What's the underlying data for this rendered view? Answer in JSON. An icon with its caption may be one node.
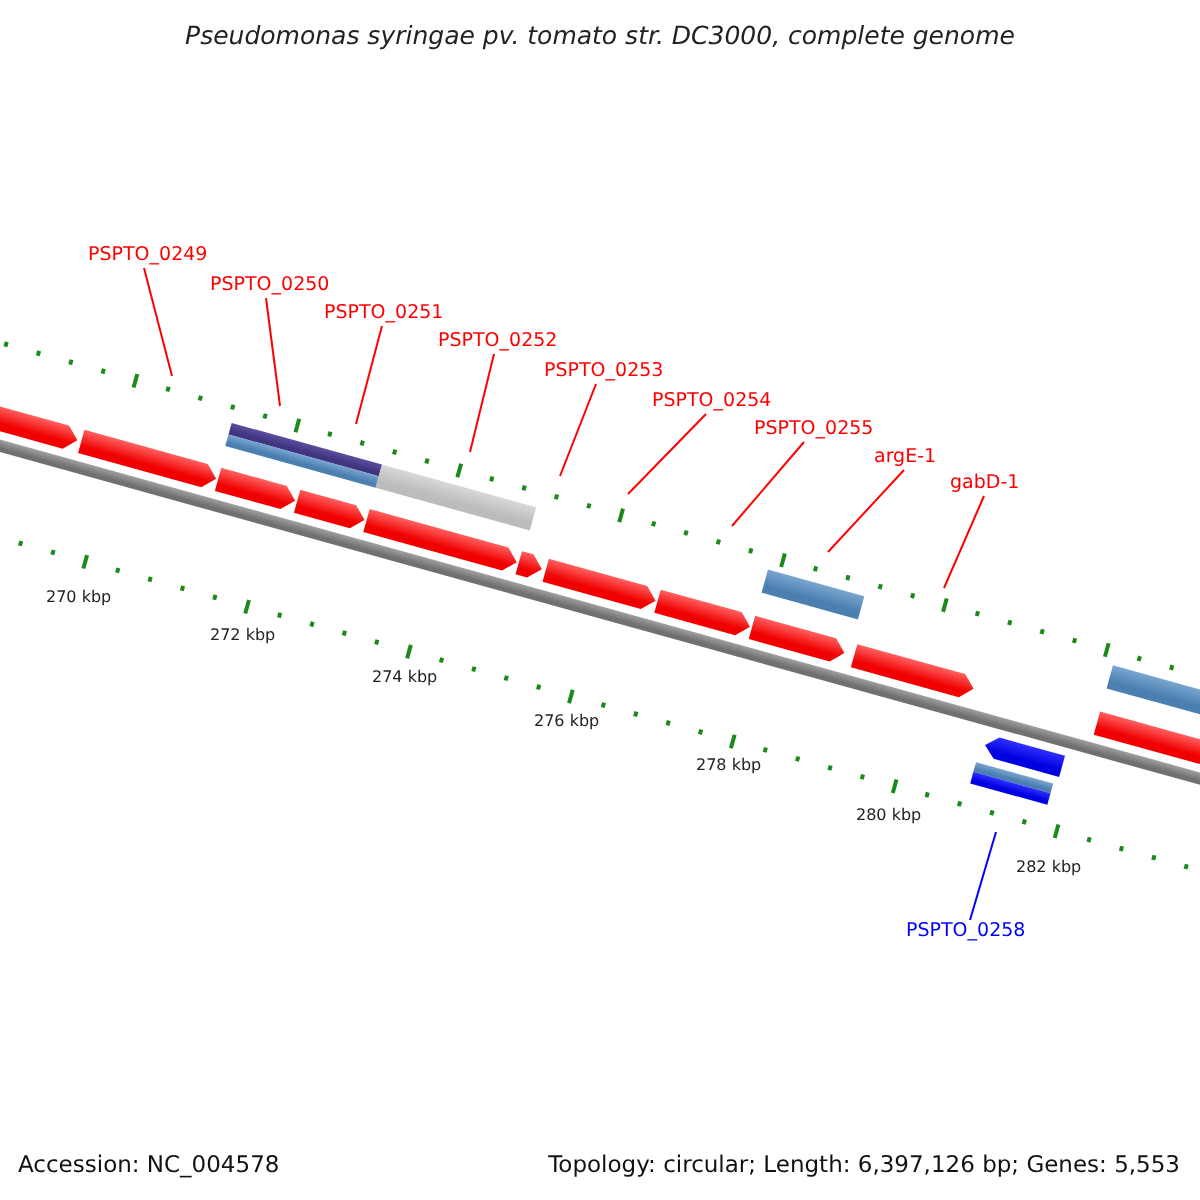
{
  "diagram": {
    "title": "Pseudomonas syringae pv. tomato str. DC3000, complete genome",
    "nodes": [
      {
        "text": [
          "PSPTO_0249"
        ]
      },
      {
        "text": [
          "PSPTO_0250"
        ]
      },
      {
        "text": [
          "PSPTO_0251"
        ]
      },
      {
        "text": [
          "PSPTO_0252"
        ]
      },
      {
        "text": [
          "PSPTO_0253"
        ]
      },
      {
        "text": [
          "PSPTO_0254"
        ]
      },
      {
        "text": [
          "PSPTO_0255"
        ]
      },
      {
        "text": [
          "argE-1"
        ]
      },
      {
        "text": [
          "gabD-1"
        ]
      },
      {
        "text": [
          "PSPTO_0258"
        ]
      }
    ],
    "edges": [
      {
        "from": 0,
        "to": null,
        "arrow": "none"
      },
      {
        "from": 1,
        "to": null,
        "arrow": "none"
      },
      {
        "from": 2,
        "to": null,
        "arrow": "none"
      },
      {
        "from": 3,
        "to": null,
        "arrow": "none"
      },
      {
        "from": 4,
        "to": null,
        "arrow": "none"
      },
      {
        "from": 5,
        "to": null,
        "arrow": "none"
      },
      {
        "from": 6,
        "to": null,
        "arrow": "none"
      },
      {
        "from": 7,
        "to": null,
        "arrow": "none"
      },
      {
        "from": 8,
        "to": null,
        "arrow": "none"
      },
      {
        "from": 9,
        "to": null,
        "arrow": "none",
        "color": "#0000ff"
      }
    ],
    "labels": [
      "270 kbp",
      "272 kbp",
      "274 kbp",
      "276 kbp",
      "278 kbp",
      "280 kbp",
      "282 kbp",
      "Accession: NC_004578",
      "Topology: circular; Length: 6,397,126 bp; Genes: 5,553"
    ]
  }
}
